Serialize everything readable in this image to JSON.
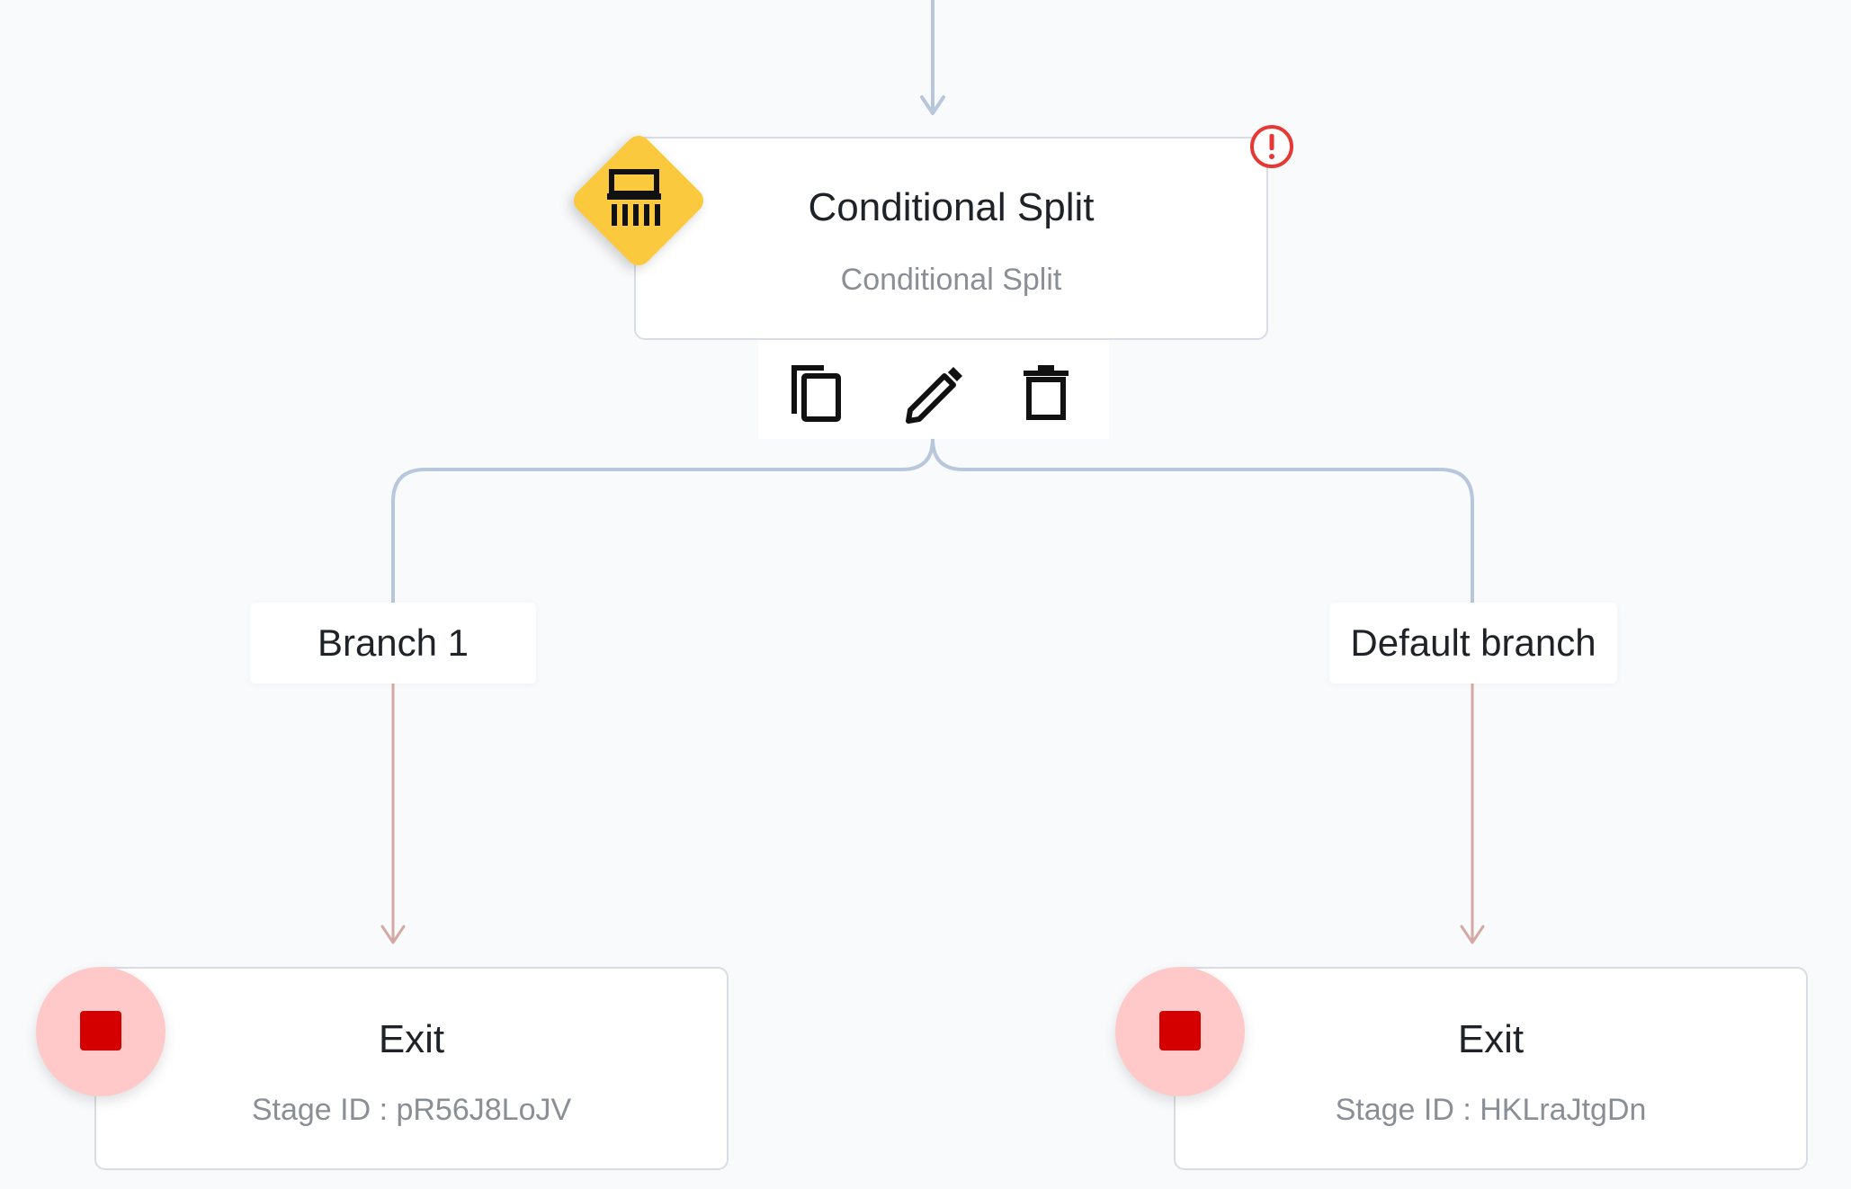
{
  "colors": {
    "background": "#f8fafc",
    "connector_top": "#b8c7dc",
    "connector_branch": "#d4a9a3",
    "split_icon_bg": "#fbc93d",
    "warning": "#e53935",
    "exit_badge_bg": "#ffc9c9",
    "exit_stop": "#d40000"
  },
  "split_node": {
    "title": "Conditional Split",
    "subtitle": "Conditional Split",
    "icon": "conditional-split-icon",
    "status_icon": "warning-icon"
  },
  "toolbar": {
    "copy_icon": "copy-icon",
    "edit_icon": "pencil-icon",
    "delete_icon": "trash-icon"
  },
  "branches": [
    {
      "label": "Branch 1"
    },
    {
      "label": "Default branch"
    }
  ],
  "exit_nodes": [
    {
      "title": "Exit",
      "stage_id": "Stage ID : pR56J8LoJV",
      "icon": "stop-icon"
    },
    {
      "title": "Exit",
      "stage_id": "Stage ID : HKLraJtgDn",
      "icon": "stop-icon"
    }
  ]
}
